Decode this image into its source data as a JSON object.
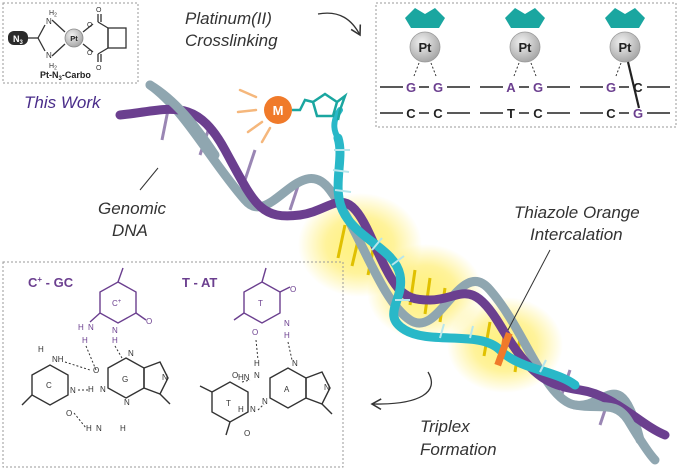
{
  "labels": {
    "this_work": "This Work",
    "platinum_line1": "Platinum(II)",
    "platinum_line2": "Crosslinking",
    "genomic_line1": "Genomic",
    "genomic_line2": "DNA",
    "thiazole_line1": "Thiazole Orange",
    "thiazole_line2": "Intercalation",
    "triplex_line1": "Triplex",
    "triplex_line2": "Formation"
  },
  "compound": {
    "name": "Pt-N",
    "name_sub": "3",
    "name_suffix": "-Carbo",
    "metal": "Pt",
    "azide": "N",
    "azide_sub": "3",
    "nh": "N",
    "h2": "H",
    "h2_sub": "2",
    "o": "O"
  },
  "marker_m": "M",
  "crosslinks": [
    {
      "metal": "Pt",
      "top": [
        "G",
        "G"
      ],
      "bottom": [
        "C",
        "C"
      ]
    },
    {
      "metal": "Pt",
      "top": [
        "A",
        "G"
      ],
      "bottom": [
        "T",
        "C"
      ]
    },
    {
      "metal": "Pt",
      "top": [
        "G",
        "C"
      ],
      "bottom": [
        "C",
        "G"
      ]
    }
  ],
  "triads": {
    "cgc_title": "C",
    "cgc_sup": "+",
    "cgc_rest": " - GC",
    "tat_title": "T - AT",
    "atoms": {
      "cplus": "C",
      "cplus_sup": "+",
      "c": "C",
      "g": "G",
      "t": "T",
      "a": "A",
      "n": "N",
      "o": "O",
      "h": "H",
      "nh": "NH",
      "hn": "HN"
    }
  },
  "colors": {
    "purple": "#6b3f8f",
    "steel": "#8fa6b0",
    "cyan": "#29b8c8",
    "teal": "#1aa6a0",
    "orange": "#f07a2a",
    "glow": "#ffe94a",
    "gray_ball": "#c8c8c8",
    "label_purple": "#4a2d8a",
    "ink": "#333333"
  }
}
